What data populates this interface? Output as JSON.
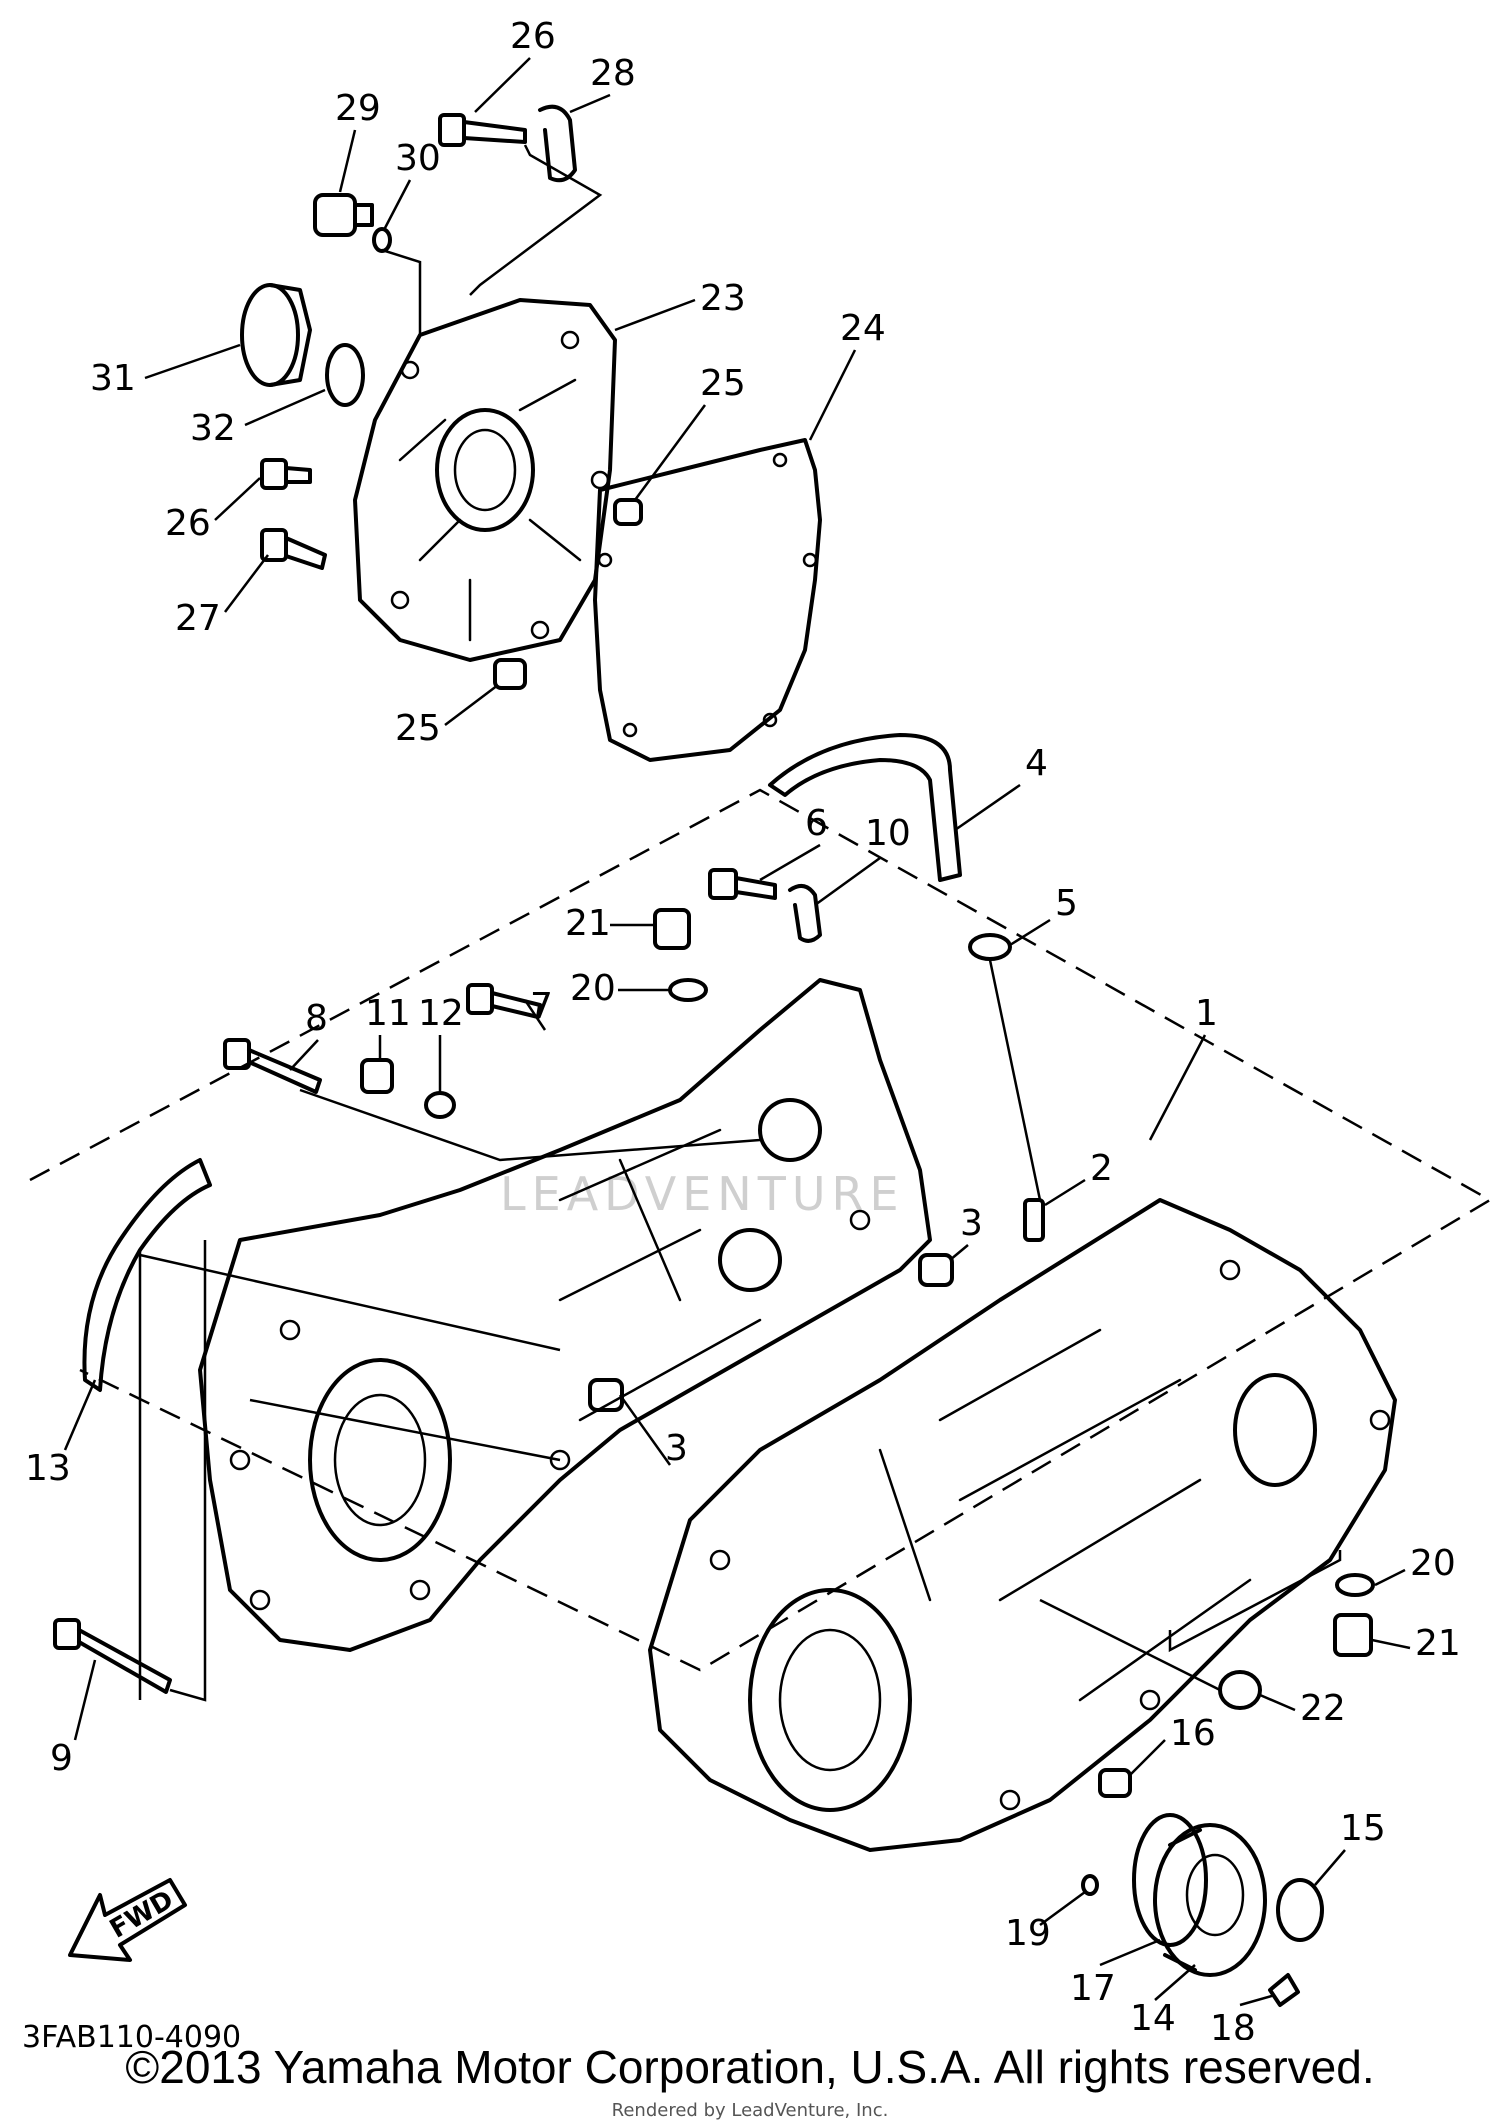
{
  "callouts": [
    {
      "id": "c26a",
      "text": "26"
    },
    {
      "id": "c28",
      "text": "28"
    },
    {
      "id": "c29",
      "text": "29"
    },
    {
      "id": "c30",
      "text": "30"
    },
    {
      "id": "c23",
      "text": "23"
    },
    {
      "id": "c31",
      "text": "31"
    },
    {
      "id": "c32",
      "text": "32"
    },
    {
      "id": "c24",
      "text": "24"
    },
    {
      "id": "c25a",
      "text": "25"
    },
    {
      "id": "c26b",
      "text": "26"
    },
    {
      "id": "c27",
      "text": "27"
    },
    {
      "id": "c25b",
      "text": "25"
    },
    {
      "id": "c4",
      "text": "4"
    },
    {
      "id": "c6",
      "text": "6"
    },
    {
      "id": "c10",
      "text": "10"
    },
    {
      "id": "c5",
      "text": "5"
    },
    {
      "id": "c21a",
      "text": "21"
    },
    {
      "id": "c20a",
      "text": "20"
    },
    {
      "id": "c7",
      "text": "7"
    },
    {
      "id": "c1",
      "text": "1"
    },
    {
      "id": "c11",
      "text": "11"
    },
    {
      "id": "c12",
      "text": "12"
    },
    {
      "id": "c8",
      "text": "8"
    },
    {
      "id": "c2",
      "text": "2"
    },
    {
      "id": "c3a",
      "text": "3"
    },
    {
      "id": "c13",
      "text": "13"
    },
    {
      "id": "c3b",
      "text": "3"
    },
    {
      "id": "c20b",
      "text": "20"
    },
    {
      "id": "c21b",
      "text": "21"
    },
    {
      "id": "c22",
      "text": "22"
    },
    {
      "id": "c9",
      "text": "9"
    },
    {
      "id": "c16",
      "text": "16"
    },
    {
      "id": "c15",
      "text": "15"
    },
    {
      "id": "c19",
      "text": "19"
    },
    {
      "id": "c17",
      "text": "17"
    },
    {
      "id": "c14",
      "text": "14"
    },
    {
      "id": "c18",
      "text": "18"
    }
  ],
  "fwd_label": "FWD",
  "watermark": "LEADVENTURE",
  "diagram_code": "3FAB110-4090",
  "copyright": "©2013 Yamaha Motor Corporation, U.S.A. All rights reserved.",
  "rendered_by": "Rendered by LeadVenture, Inc."
}
